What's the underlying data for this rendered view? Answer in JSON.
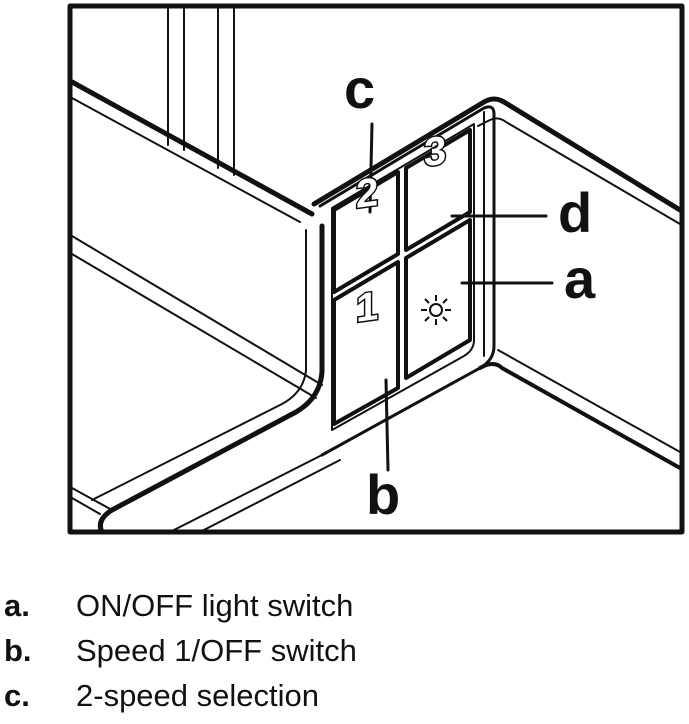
{
  "diagram": {
    "callouts": {
      "a": "a",
      "b": "b",
      "c": "c",
      "d": "d"
    },
    "buttons": {
      "speed_1": "1",
      "speed_2": "2",
      "speed_3": "3",
      "light_icon": "light-icon"
    }
  },
  "legend": {
    "items": [
      {
        "letter": "a.",
        "text": "ON/OFF light switch"
      },
      {
        "letter": "b.",
        "text": "Speed 1/OFF switch"
      },
      {
        "letter": "c.",
        "text": " 2-speed selection"
      }
    ]
  },
  "colors": {
    "line": "#111111",
    "background": "#ffffff"
  }
}
